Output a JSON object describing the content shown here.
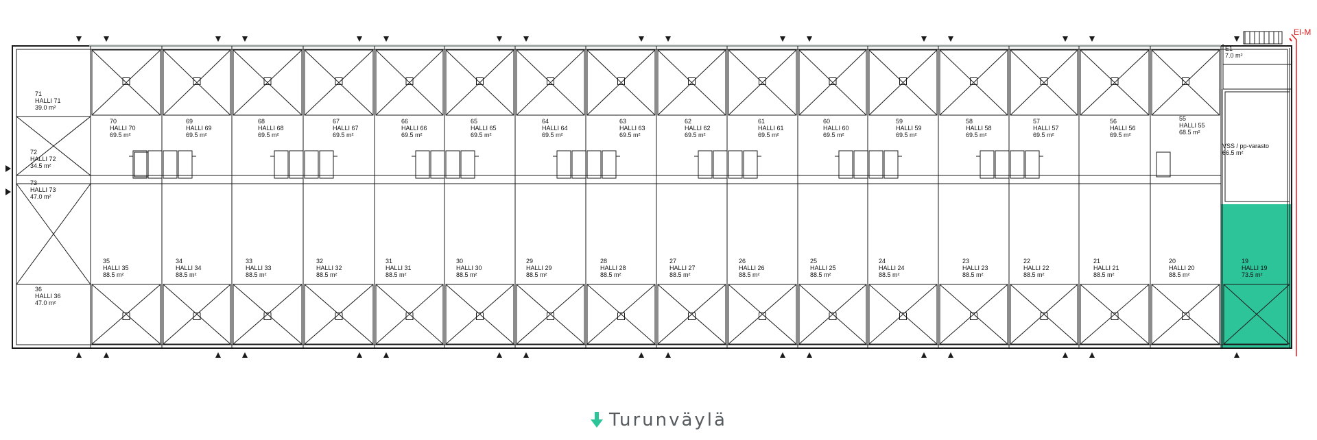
{
  "colors": {
    "highlight": "#2ec49a",
    "arrow": "#2ec49a",
    "line": "#1a1a1a",
    "emergency": "#e01b1b",
    "street_text": "#555b5f"
  },
  "street": {
    "name": "Turunväylä",
    "icon": "arrow-down-icon"
  },
  "emergency_label": "EI-M",
  "top_row": [
    {
      "num": "71",
      "name": "HALLI 71",
      "area": "39.0 m²"
    },
    {
      "num": "70",
      "name": "HALLI 70",
      "area": "69.5 m²"
    },
    {
      "num": "69",
      "name": "HALLI 69",
      "area": "69.5 m²"
    },
    {
      "num": "68",
      "name": "HALLI 68",
      "area": "69.5 m²"
    },
    {
      "num": "67",
      "name": "HALLI 67",
      "area": "69.5 m²"
    },
    {
      "num": "66",
      "name": "HALLI 66",
      "area": "69.5 m²"
    },
    {
      "num": "65",
      "name": "HALLI 65",
      "area": "69.5 m²"
    },
    {
      "num": "64",
      "name": "HALLI 64",
      "area": "69.5 m²"
    },
    {
      "num": "63",
      "name": "HALLI 63",
      "area": "69.5 m²"
    },
    {
      "num": "62",
      "name": "HALLI 62",
      "area": "69.5 m²"
    },
    {
      "num": "61",
      "name": "HALLI 61",
      "area": "69.5 m²"
    },
    {
      "num": "60",
      "name": "HALLI 60",
      "area": "69.5 m²"
    },
    {
      "num": "59",
      "name": "HALLI 59",
      "area": "69.5 m²"
    },
    {
      "num": "58",
      "name": "HALLI 58",
      "area": "69.5 m²"
    },
    {
      "num": "57",
      "name": "HALLI 57",
      "area": "69.5 m²"
    },
    {
      "num": "56",
      "name": "HALLI 56",
      "area": "69.5 m²"
    },
    {
      "num": "55",
      "name": "HALLI 55",
      "area": "68.5 m²"
    }
  ],
  "side_units": [
    {
      "num": "72",
      "name": "HALLI 72",
      "area": "34.5 m²"
    },
    {
      "num": "73",
      "name": "HALLI 73",
      "area": "47.0 m²"
    }
  ],
  "bottom_row": [
    {
      "num": "36",
      "name": "HALLI 36",
      "area": "47.0 m²"
    },
    {
      "num": "35",
      "name": "HALLI 35",
      "area": "88.5 m²"
    },
    {
      "num": "34",
      "name": "HALLI 34",
      "area": "88.5 m²"
    },
    {
      "num": "33",
      "name": "HALLI 33",
      "area": "88.5 m²"
    },
    {
      "num": "32",
      "name": "HALLI 32",
      "area": "88.5 m²"
    },
    {
      "num": "31",
      "name": "HALLI 31",
      "area": "88.5 m²"
    },
    {
      "num": "30",
      "name": "HALLI 30",
      "area": "88.5 m²"
    },
    {
      "num": "29",
      "name": "HALLI 29",
      "area": "88.5 m²"
    },
    {
      "num": "28",
      "name": "HALLI 28",
      "area": "88.5 m²"
    },
    {
      "num": "27",
      "name": "HALLI 27",
      "area": "88.5 m²"
    },
    {
      "num": "26",
      "name": "HALLI 26",
      "area": "88.5 m²"
    },
    {
      "num": "25",
      "name": "HALLI 25",
      "area": "88.5 m²"
    },
    {
      "num": "24",
      "name": "HALLI 24",
      "area": "88.5 m²"
    },
    {
      "num": "23",
      "name": "HALLI 23",
      "area": "88.5 m²"
    },
    {
      "num": "22",
      "name": "HALLI 22",
      "area": "88.5 m²"
    },
    {
      "num": "21",
      "name": "HALLI 21",
      "area": "88.5 m²"
    },
    {
      "num": "20",
      "name": "HALLI 20",
      "area": "88.5 m²"
    },
    {
      "num": "19",
      "name": "HALLI 19",
      "area": "73.5 m²",
      "highlighted": true
    }
  ],
  "extras": [
    {
      "num": "E1",
      "area": "7.0 m²"
    },
    {
      "name": "VSS / pp-varasto",
      "area": "66.5 m²"
    }
  ]
}
